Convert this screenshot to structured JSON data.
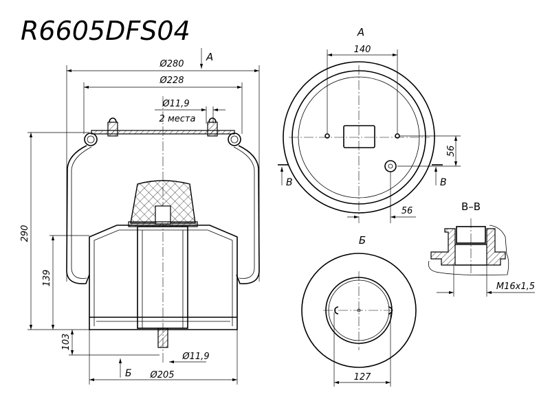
{
  "title": "R6605DFS04",
  "side_view": {
    "dia_outer": "Ø280",
    "dia_plate": "Ø228",
    "dia_stud": "Ø11,9",
    "stud_count": "2 места",
    "height_total": "290",
    "height_piston": "139",
    "height_bottom": "103",
    "dia_bottom_stud": "Ø11,9",
    "dia_piston": "Ø205",
    "view_a_marker": "А",
    "view_b_marker": "Б"
  },
  "view_a": {
    "label": "А",
    "stud_spacing": "140",
    "valve_offset_y": "56",
    "valve_offset_x": "56",
    "section_left": "В",
    "section_right": "В"
  },
  "view_b": {
    "label": "Б",
    "hole_spacing": "127"
  },
  "section_bb": {
    "label": "В–В",
    "thread": "M16x1,5"
  }
}
